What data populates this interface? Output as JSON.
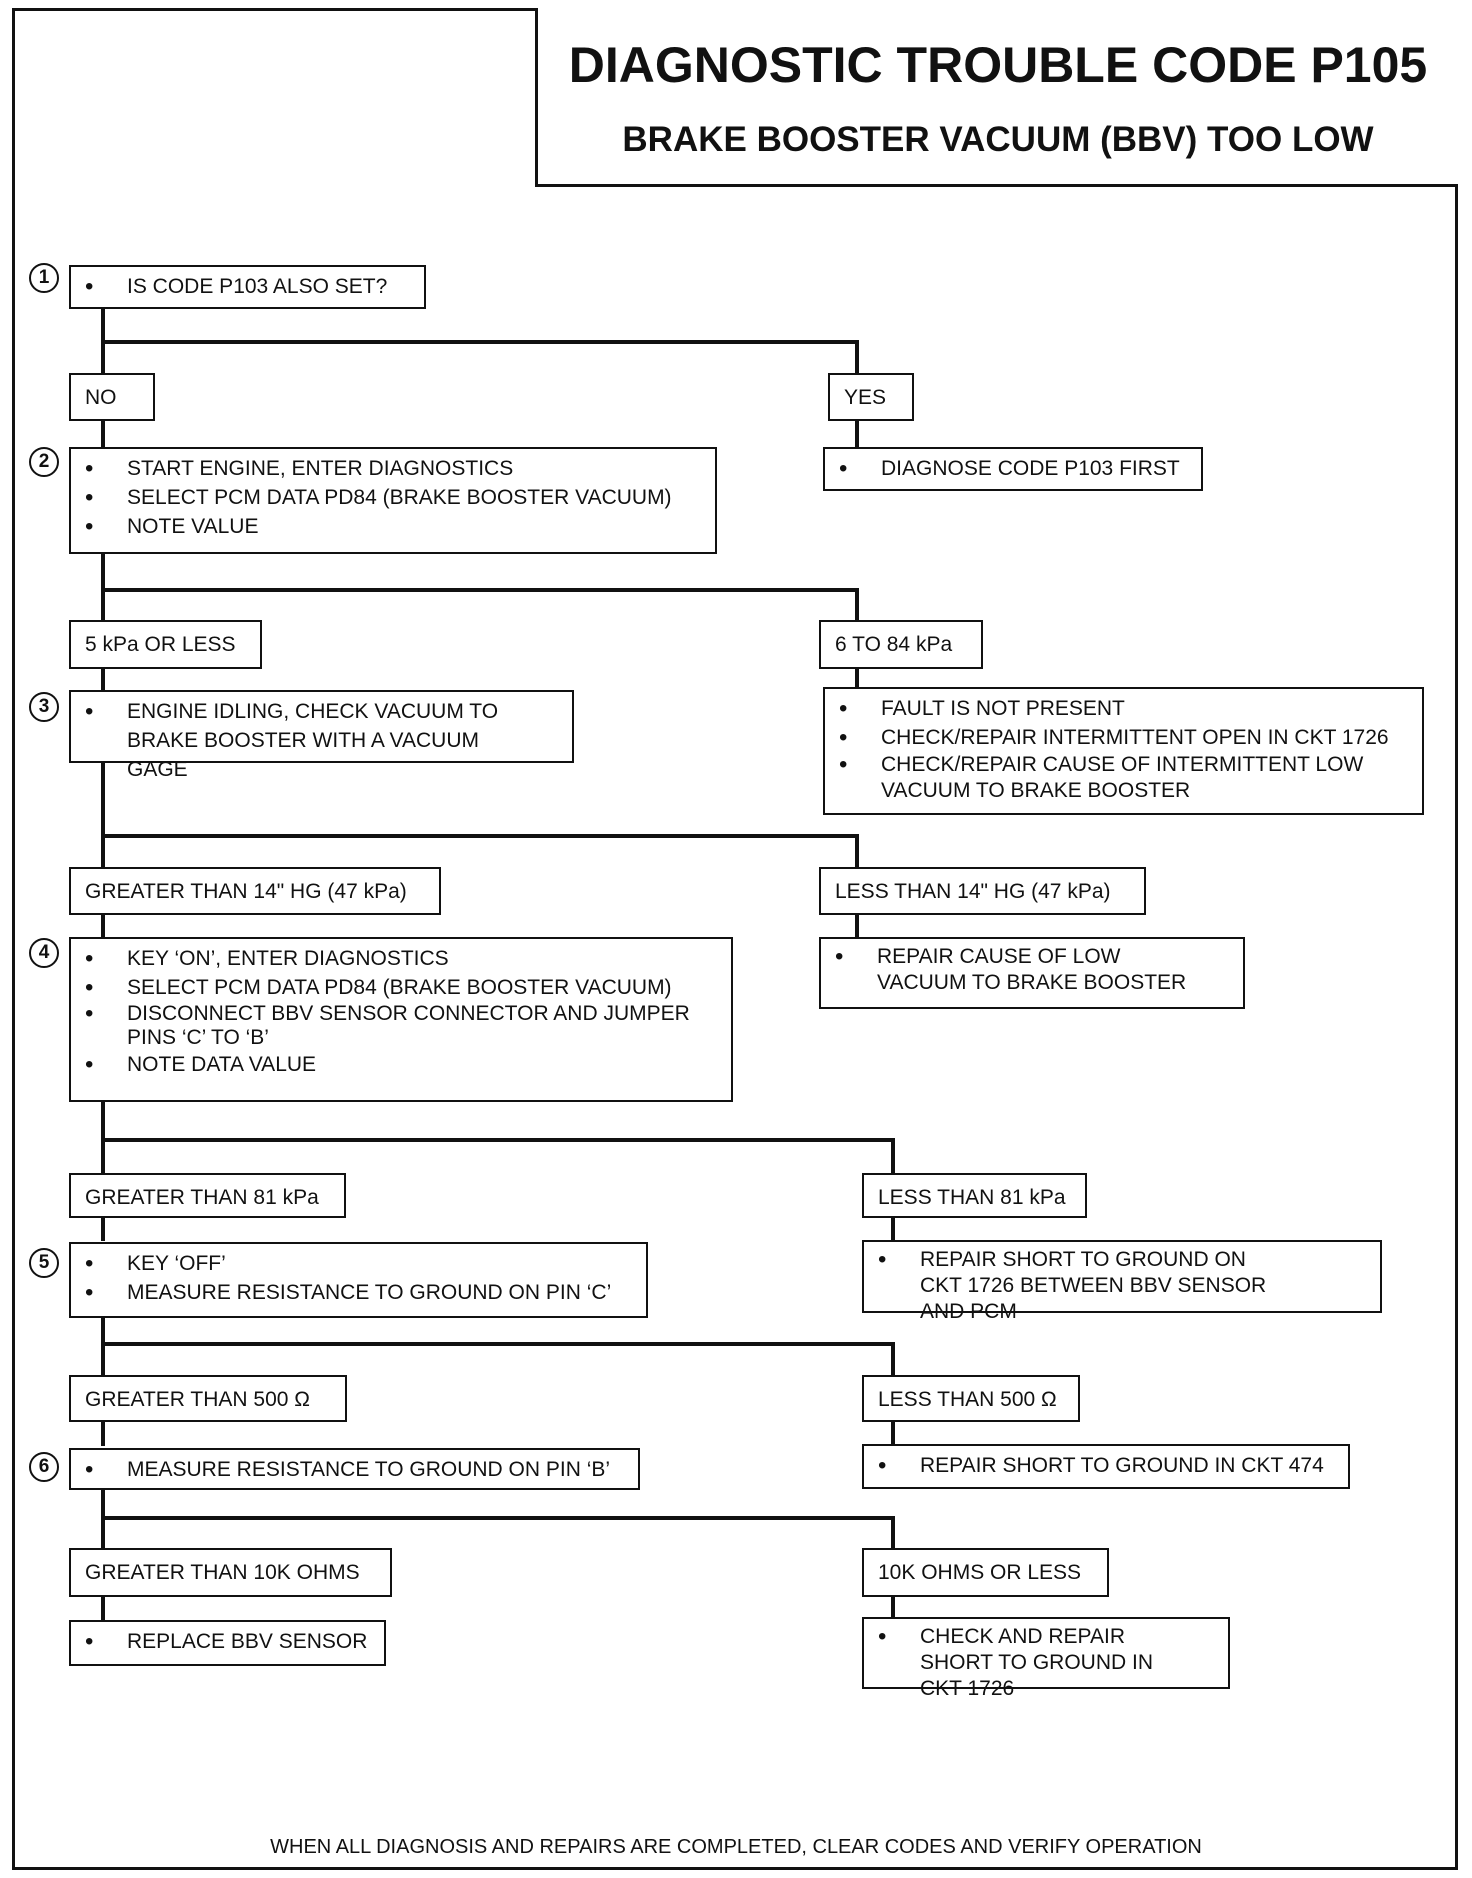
{
  "title": "DIAGNOSTIC TROUBLE CODE P105",
  "subtitle": "BRAKE BOOSTER VACUUM (BBV) TOO LOW",
  "steps": [
    {
      "num": "1",
      "items": [
        "IS CODE P103 ALSO SET?"
      ]
    },
    {
      "num": "2",
      "items": [
        "START ENGINE, ENTER DIAGNOSTICS",
        "SELECT PCM DATA PD84 (BRAKE BOOSTER VACUUM)",
        "NOTE VALUE"
      ]
    },
    {
      "num": "3",
      "items": [
        "ENGINE IDLING, CHECK VACUUM TO BRAKE BOOSTER WITH A VACUUM GAGE"
      ]
    },
    {
      "num": "4",
      "items": [
        "KEY ‘ON’, ENTER DIAGNOSTICS",
        "SELECT PCM DATA PD84 (BRAKE BOOSTER VACUUM)",
        "DISCONNECT BBV SENSOR CONNECTOR AND JUMPER PINS ‘C’ TO ‘B’",
        "NOTE DATA VALUE"
      ]
    },
    {
      "num": "5",
      "items": [
        "KEY ‘OFF’",
        "MEASURE RESISTANCE TO GROUND ON PIN ‘C’"
      ]
    },
    {
      "num": "6",
      "items": [
        "MEASURE RESISTANCE TO GROUND ON PIN ‘B’"
      ]
    }
  ],
  "branches": [
    {
      "left": "NO",
      "right": "YES"
    },
    {
      "left": "5 kPa OR LESS",
      "right": "6 TO 84 kPa"
    },
    {
      "left": "GREATER THAN 14\" HG (47 kPa)",
      "right": "LESS THAN 14\" HG (47 kPa)"
    },
    {
      "left": "GREATER THAN 81 kPa",
      "right": "LESS THAN 81 kPa"
    },
    {
      "left": "GREATER THAN 500 Ω",
      "right": "LESS THAN 500 Ω"
    },
    {
      "left": "GREATER THAN 10K OHMS",
      "right": "10K OHMS OR LESS"
    }
  ],
  "results": [
    {
      "items": [
        "DIAGNOSE CODE P103 FIRST"
      ]
    },
    {
      "items": [
        "FAULT IS NOT PRESENT",
        "CHECK/REPAIR INTERMITTENT OPEN IN CKT 1726",
        "CHECK/REPAIR CAUSE OF INTERMITTENT LOW VACUUM TO BRAKE BOOSTER"
      ]
    },
    {
      "items": [
        "REPAIR CAUSE OF LOW VACUUM TO BRAKE BOOSTER"
      ]
    },
    {
      "items": [
        "REPAIR SHORT TO GROUND ON CKT 1726 BETWEEN BBV SENSOR AND PCM"
      ]
    },
    {
      "items": [
        "REPAIR SHORT TO GROUND IN CKT 474"
      ]
    },
    {
      "items": [
        "CHECK AND REPAIR SHORT TO GROUND IN CKT 1726"
      ]
    }
  ],
  "final_left": {
    "items": [
      "REPLACE BBV SENSOR"
    ]
  },
  "footer": "WHEN ALL DIAGNOSIS AND REPAIRS ARE COMPLETED, CLEAR CODES AND VERIFY OPERATION"
}
